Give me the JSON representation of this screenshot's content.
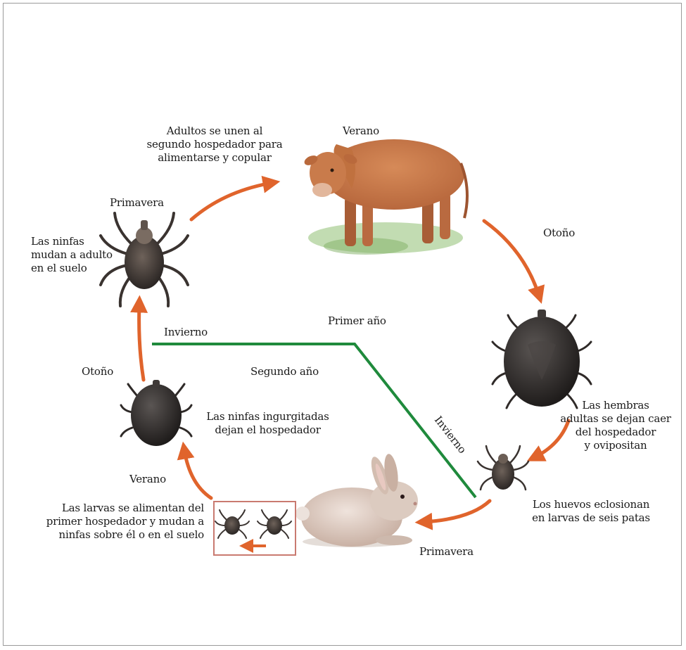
{
  "labels": {
    "adults_join": [
      "Adultos se unen al",
      "segundo hospedador para",
      "alimentarse y copular"
    ],
    "verano_top": "Verano",
    "otono_right": "Otoño",
    "primavera_top": "Primavera",
    "nymphs_molt": [
      "Las ninfas",
      "mudan a adulto",
      "en el suelo"
    ],
    "primer_ano": "Primer año",
    "invierno_left": "Invierno",
    "segundo_ano": "Segundo año",
    "otono_left": "Otoño",
    "engorged_nymphs": [
      "Las ninfas ingurgitadas",
      "dejan el hospedador"
    ],
    "invierno_diag": "Invierno",
    "females_drop": [
      "Las hembras",
      "adultas se dejan caer",
      "del hospedador",
      "y ovipositan"
    ],
    "verano_bottom": "Verano",
    "eggs_hatch": [
      "Los huevos eclosionan",
      "en larvas de seis patas"
    ],
    "larvae_feed": [
      "Las larvas se alimentan del",
      "primer hospedador y mudan a",
      "ninfas sobre él o en el suelo"
    ],
    "primavera_bottom": "Primavera"
  },
  "colors": {
    "arrow": "#e0642c",
    "divider": "#1f8a3c",
    "calf": "#c8784a",
    "rabbit": "#d9c2b4",
    "tick_dark": "#3b3633",
    "grass": "#8fbf73"
  }
}
